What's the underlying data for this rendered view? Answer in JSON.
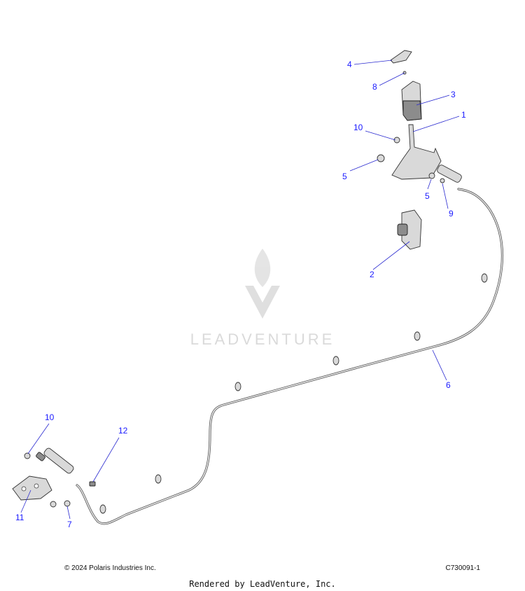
{
  "watermark": {
    "text": "LEADVENTURE"
  },
  "callouts": {
    "c1": "1",
    "c2": "2",
    "c3": "3",
    "c4": "4",
    "c5a": "5",
    "c5b": "5",
    "c6": "6",
    "c7": "7",
    "c8": "8",
    "c9": "9",
    "c10a": "10",
    "c10b": "10",
    "c11": "11",
    "c12": "12"
  },
  "footer": {
    "copyright": "© 2024 Polaris Industries Inc.",
    "diagram_id": "C730091-1",
    "rendered_by": "Rendered by LeadVenture, Inc."
  }
}
